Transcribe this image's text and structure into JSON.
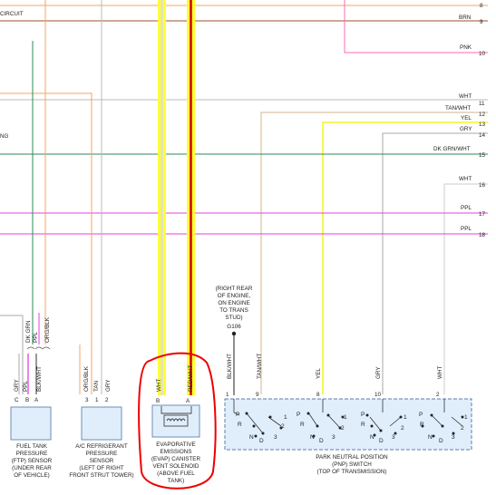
{
  "diagram": {
    "top_left_text": "CIRCUIT",
    "left_edge_text": "NG",
    "right_wires": [
      {
        "label": "",
        "number": "8",
        "color": "#f4a460"
      },
      {
        "label": "BRN",
        "number": "9",
        "color": "#a0522d"
      },
      {
        "label": "PNK",
        "number": "10",
        "color": "#ff69b4"
      },
      {
        "label": "WHT",
        "number": "11",
        "color": "#bbbbbb"
      },
      {
        "label": "TAN/WHT",
        "number": "12",
        "color": "#d2b48c"
      },
      {
        "label": "YEL",
        "number": "13",
        "color": "#ffff00"
      },
      {
        "label": "GRY",
        "number": "14",
        "color": "#aaaaaa"
      },
      {
        "label": "DK GRN/WHT",
        "number": "15",
        "color": "#2e8b57"
      },
      {
        "label": "WHT",
        "number": "16",
        "color": "#bbbbbb"
      },
      {
        "label": "PPL",
        "number": "17",
        "color": "#e040e0"
      },
      {
        "label": "PPL",
        "number": "18",
        "color": "#e040e0"
      }
    ],
    "ground": {
      "lines": [
        "(RIGHT REAR",
        "OF ENGINE,",
        "ON ENGINE",
        "TO TRANS",
        "STUD)",
        "G106"
      ]
    },
    "ftp_sensor": {
      "pins": [
        "C",
        "B",
        "A"
      ],
      "wires": [
        "GRY",
        "PPL",
        "BLK/WHT"
      ],
      "upper_wires": [
        "DK GRN",
        "PPL",
        "ORG/BLK"
      ],
      "caption": [
        "FUEL TANK",
        "PRESSURE",
        "(FTP) SENSOR",
        "(UNDER REAR",
        "OF VEHICLE)"
      ]
    },
    "ac_sensor": {
      "pins": [
        "3",
        "1",
        "2"
      ],
      "wires": [
        "ORG/BLK",
        "TAN",
        "GRY"
      ],
      "caption": [
        "A/C REFRIGERANT",
        "PRESSURE",
        "SENSOR",
        "(LEFT OF RIGHT",
        "FRONT STRUT TOWER)"
      ]
    },
    "evap_solenoid": {
      "pins": [
        "B",
        "A"
      ],
      "wires": [
        "WHT",
        "RED/WHT"
      ],
      "caption": [
        "EVAPORATIVE",
        "EMISSIONS",
        "(EVAP) CANISTER",
        "VENT SOLENOID",
        "(ABOVE FUEL",
        "TANK)"
      ]
    },
    "pnp_switch": {
      "pins": [
        "1",
        "9",
        "8",
        "10",
        "2"
      ],
      "wires": [
        "BLK/WHT",
        "TAN/WHT",
        "YEL",
        "GRY",
        "WHT"
      ],
      "gear_letters": [
        "P",
        "R",
        "N",
        "D",
        "1",
        "2",
        "3"
      ],
      "caption": [
        "PARK NEUTRAL POSITION",
        "(PNP) SWITCH",
        "(TOP OF TRANSMISSION)"
      ]
    }
  }
}
